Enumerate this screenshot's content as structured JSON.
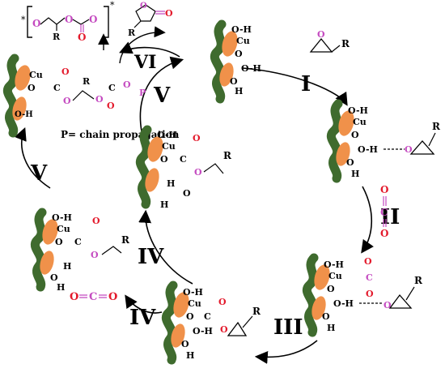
{
  "steps": {
    "s1": "I",
    "s2": "II",
    "s3": "III",
    "s4a": "IV",
    "s4b": "IV",
    "s5a": "V",
    "s5b": "V",
    "s6": "VI"
  },
  "atoms": {
    "oh": "O-H",
    "h": "H",
    "o": "O",
    "cu": "Cu",
    "c": "C",
    "r": "R",
    "p": "P",
    "star": "*",
    "ominus": "O",
    "minus": "-"
  },
  "annotations": {
    "chain_note": "P= chain propagation"
  },
  "colors": {
    "catalyst_green": "#3f6b2e",
    "catalyst_orange": "#f0914a",
    "oxygen_red": "#e3192b",
    "carbon_pink": "#c44ac0",
    "black": "#000000"
  }
}
